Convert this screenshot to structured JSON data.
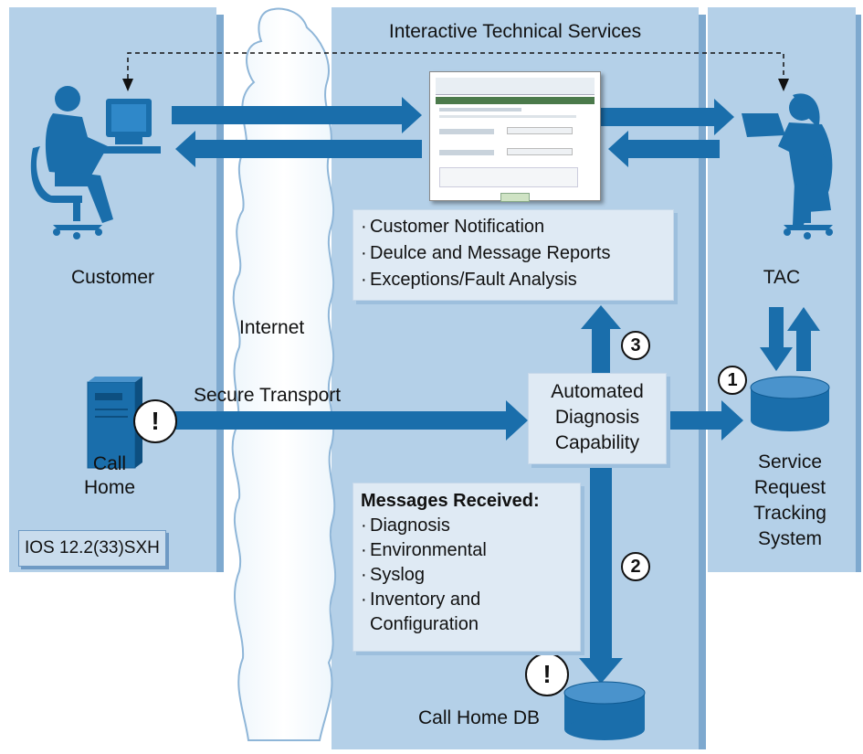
{
  "header": {
    "title": "Interactive Technical Services"
  },
  "actors": {
    "customer": "Customer",
    "tac": "TAC",
    "internet": "Internet",
    "call_home": [
      "Call",
      "Home"
    ],
    "ios_badge": "IOS 12.2(33)SXH"
  },
  "flows": {
    "secure_transport": "Secure Transport"
  },
  "automated_diagnosis": [
    "Automated",
    "Diagnosis",
    "Capability"
  ],
  "services_box": {
    "items": [
      "Customer Notification",
      "Deulce and Message Reports",
      "Exceptions/Fault Analysis"
    ]
  },
  "messages_box": {
    "title": "Messages Received:",
    "items": [
      "Diagnosis",
      "Environmental",
      "Syslog",
      "Inventory and",
      "Configuration"
    ]
  },
  "tracking_system": [
    "Service",
    "Request",
    "Tracking",
    "System"
  ],
  "call_home_db": "Call Home DB",
  "steps": {
    "one": "1",
    "two": "2",
    "three": "3"
  },
  "alert_symbol": "!",
  "colors": {
    "panel": "#b4d0e8",
    "arrow": "#1a6eab",
    "box": "#dfeaf4"
  }
}
